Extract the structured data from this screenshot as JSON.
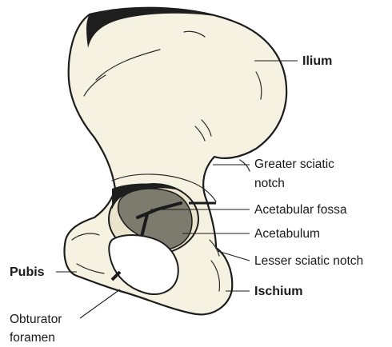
{
  "labels": {
    "ilium": "Ilium",
    "greater_sciatic_notch_1": "Greater sciatic",
    "greater_sciatic_notch_2": "notch",
    "acetabular_fossa": "Acetabular fossa",
    "acetabulum": "Acetabulum",
    "lesser_sciatic_notch": "Lesser sciatic notch",
    "pubis": "Pubis",
    "ischium": "Ischium",
    "obturator_foramen_1": "Obturator",
    "obturator_foramen_2": "foramen"
  },
  "colors": {
    "bone_fill": "#f6f2e2",
    "outline": "#1c1c1c",
    "fossa_fill": "#7d7a6e"
  }
}
